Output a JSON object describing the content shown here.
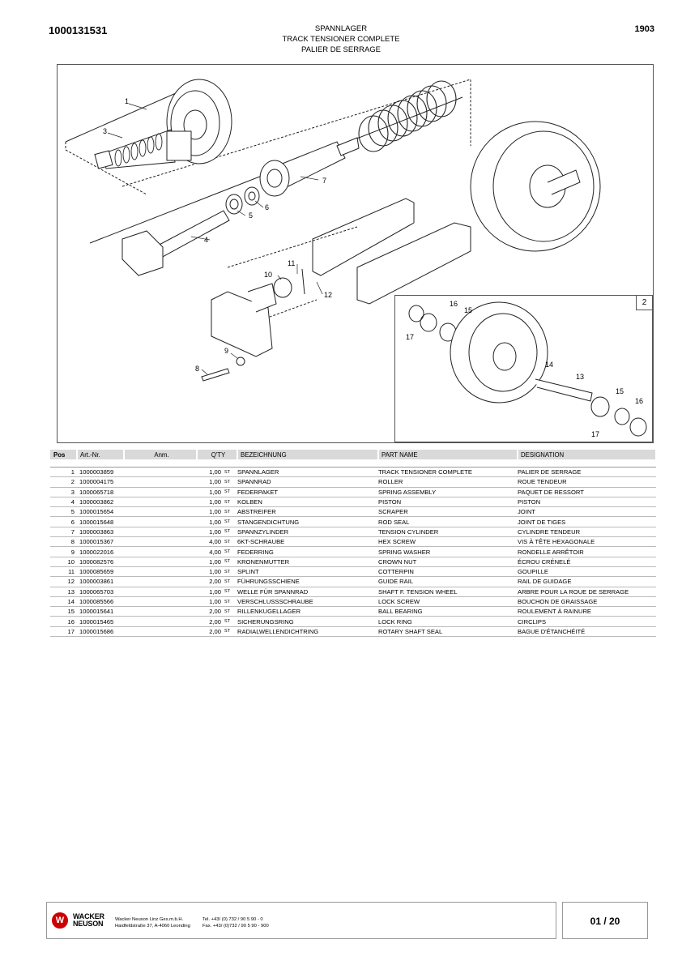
{
  "header": {
    "doc_number": "1000131531",
    "page_code": "1903",
    "title_de": "SPANNLAGER",
    "title_en": "TRACK TENSIONER COMPLETE",
    "title_fr": "PALIER DE SERRAGE"
  },
  "drawing": {
    "inset_number": "2",
    "callouts": [
      "1",
      "3",
      "7",
      "5",
      "6",
      "4",
      "11",
      "10",
      "12",
      "9",
      "8",
      "16",
      "15",
      "17",
      "14",
      "13",
      "15",
      "16",
      "17"
    ]
  },
  "table": {
    "headers": {
      "pos": "Pos",
      "art": "Art.-Nr.",
      "anm": "Anm.",
      "qty": "Q'TY",
      "bez": "BEZEICHNUNG",
      "pn": "PART NAME",
      "des": "DESIGNATION"
    },
    "rows": [
      {
        "pos": "1",
        "art": "1000003859",
        "qty": "1,00",
        "unit": "ST",
        "bez": "SPANNLAGER",
        "pn": "TRACK TENSIONER COMPLETE",
        "des": "PALIER DE SERRAGE"
      },
      {
        "pos": "2",
        "art": "1000004175",
        "qty": "1,00",
        "unit": "ST",
        "bez": "SPANNRAD",
        "pn": "ROLLER",
        "des": "ROUE TENDEUR"
      },
      {
        "pos": "3",
        "art": "1000065718",
        "qty": "1,00",
        "unit": "ST",
        "bez": "FEDERPAKET",
        "pn": "SPRING ASSEMBLY",
        "des": "PAQUET DE RESSORT"
      },
      {
        "pos": "4",
        "art": "1000003862",
        "qty": "1,00",
        "unit": "ST",
        "bez": "KOLBEN",
        "pn": "PISTON",
        "des": "PISTON"
      },
      {
        "pos": "5",
        "art": "1000015654",
        "qty": "1,00",
        "unit": "ST",
        "bez": "ABSTREIFER",
        "pn": "SCRAPER",
        "des": "JOINT"
      },
      {
        "pos": "6",
        "art": "1000015648",
        "qty": "1,00",
        "unit": "ST",
        "bez": "STANGENDICHTUNG",
        "pn": "ROD SEAL",
        "des": "JOINT DE TIGES"
      },
      {
        "pos": "7",
        "art": "1000003863",
        "qty": "1,00",
        "unit": "ST",
        "bez": "SPANNZYLINDER",
        "pn": "TENSION CYLINDER",
        "des": "CYLINDRE TENDEUR"
      },
      {
        "pos": "8",
        "art": "1000015367",
        "qty": "4,00",
        "unit": "ST",
        "bez": "6KT-SCHRAUBE",
        "pn": "HEX SCREW",
        "des": "VIS À TÊTE HEXAGONALE"
      },
      {
        "pos": "9",
        "art": "1000022016",
        "qty": "4,00",
        "unit": "ST",
        "bez": "FEDERRING",
        "pn": "SPRING WASHER",
        "des": "RONDELLE ARRÊTOIR"
      },
      {
        "pos": "10",
        "art": "1000082576",
        "qty": "1,00",
        "unit": "ST",
        "bez": "KRONENMUTTER",
        "pn": "CROWN NUT",
        "des": "ÉCROU CRÉNELÉ"
      },
      {
        "pos": "11",
        "art": "1000085659",
        "qty": "1,00",
        "unit": "ST",
        "bez": "SPLINT",
        "pn": "COTTERPIN",
        "des": "GOUPILLE"
      },
      {
        "pos": "12",
        "art": "1000003861",
        "qty": "2,00",
        "unit": "ST",
        "bez": "FÜHRUNGSSCHIENE",
        "pn": "GUIDE RAIL",
        "des": "RAIL DE GUIDAGE"
      },
      {
        "pos": "13",
        "art": "1000065703",
        "qty": "1,00",
        "unit": "ST",
        "bez": "WELLE FÜR SPANNRAD",
        "pn": "SHAFT F. TENSION WHEEL",
        "des": "ARBRE POUR LA ROUE DE SERRAGE"
      },
      {
        "pos": "14",
        "art": "1000085566",
        "qty": "1,00",
        "unit": "ST",
        "bez": "VERSCHLUSSSCHRAUBE",
        "pn": "LOCK SCREW",
        "des": "BOUCHON DE GRAISSAGE"
      },
      {
        "pos": "15",
        "art": "1000015641",
        "qty": "2,00",
        "unit": "ST",
        "bez": "RILLENKUGELLAGER",
        "pn": "BALL BEARING",
        "des": "ROULEMENT À RAINURE"
      },
      {
        "pos": "16",
        "art": "1000015465",
        "qty": "2,00",
        "unit": "ST",
        "bez": "SICHERUNGSRING",
        "pn": "LOCK RING",
        "des": "CIRCLIPS"
      },
      {
        "pos": "17",
        "art": "1000015686",
        "qty": "2,00",
        "unit": "ST",
        "bez": "RADIALWELLENDICHTRING",
        "pn": "ROTARY SHAFT SEAL",
        "des": "BAGUE D'ÉTANCHÉITÉ"
      }
    ]
  },
  "footer": {
    "logo_top": "WACKER",
    "logo_bottom": "NEUSON",
    "company_line1": "Wacker Neuson Linz  Ges.m.b.H.",
    "company_line2": "Haidfeldstraße 37, A-4060 Leonding",
    "tel": "Tel. +43/ (0) 732 / 90 5 90 - 0",
    "fax": "Fax. +43/ (0)732 / 90 5 90 - 900",
    "page": "01 / 20"
  }
}
